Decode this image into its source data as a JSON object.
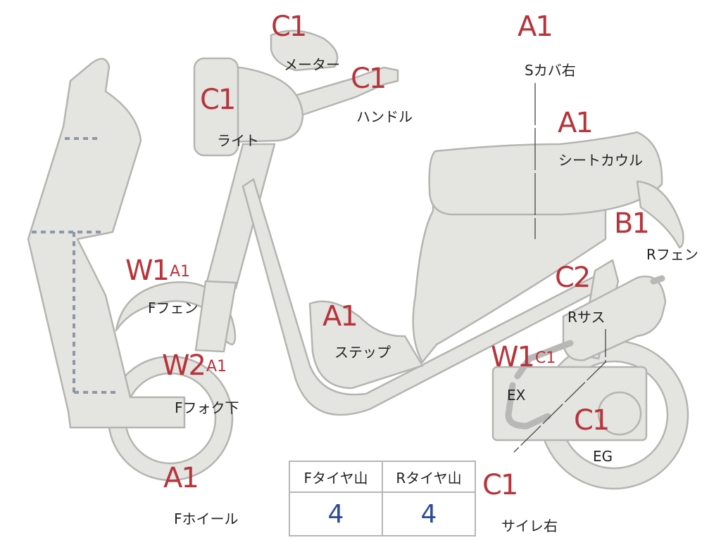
{
  "parts": [
    {
      "id": "c1-meter",
      "grades": [
        "C1"
      ],
      "name": "メーター"
    },
    {
      "id": "c1-handle",
      "grades": [
        "C1"
      ],
      "name": "ハンドル"
    },
    {
      "id": "c1-light",
      "grades": [
        "C1"
      ],
      "name": "ライト"
    },
    {
      "id": "a1-s-cover-right",
      "grades": [
        "A1"
      ],
      "name": "Sカバ右"
    },
    {
      "id": "a1-seat-cowl",
      "grades": [
        "A1"
      ],
      "name": "シートカウル"
    },
    {
      "id": "b1-r-fender",
      "grades": [
        "B1"
      ],
      "name": "Rフェン"
    },
    {
      "id": "w1a1-f-fender",
      "grades": [
        "W1",
        "A1"
      ],
      "name": "Fフェン"
    },
    {
      "id": "c2-r-suspension",
      "grades": [
        "C2"
      ],
      "name": "Rサス"
    },
    {
      "id": "a1-step",
      "grades": [
        "A1"
      ],
      "name": "ステップ"
    },
    {
      "id": "w2a1-f-fork-lower",
      "grades": [
        "W2",
        "A1"
      ],
      "name": "Fフォク下"
    },
    {
      "id": "w1c1-exhaust",
      "grades": [
        "W1",
        "C1"
      ],
      "name": "EX"
    },
    {
      "id": "c1-engine",
      "grades": [
        "C1"
      ],
      "name": "EG"
    },
    {
      "id": "a1-f-wheel",
      "grades": [
        "A1"
      ],
      "name": "Fホイール"
    },
    {
      "id": "c1-muffler-right",
      "grades": [
        "C1"
      ],
      "name": "サイレ右"
    }
  ],
  "tread_table": {
    "headers": [
      "Fタイヤ山",
      "Rタイヤ山"
    ],
    "values": [
      "4",
      "4"
    ]
  },
  "colors": {
    "grade": "#b8333a",
    "tread_value": "#2c4aa0",
    "body_fill": "#e4e4e1",
    "body_stroke": "#b4b4b1",
    "frame_dash": "#8e97a8"
  }
}
